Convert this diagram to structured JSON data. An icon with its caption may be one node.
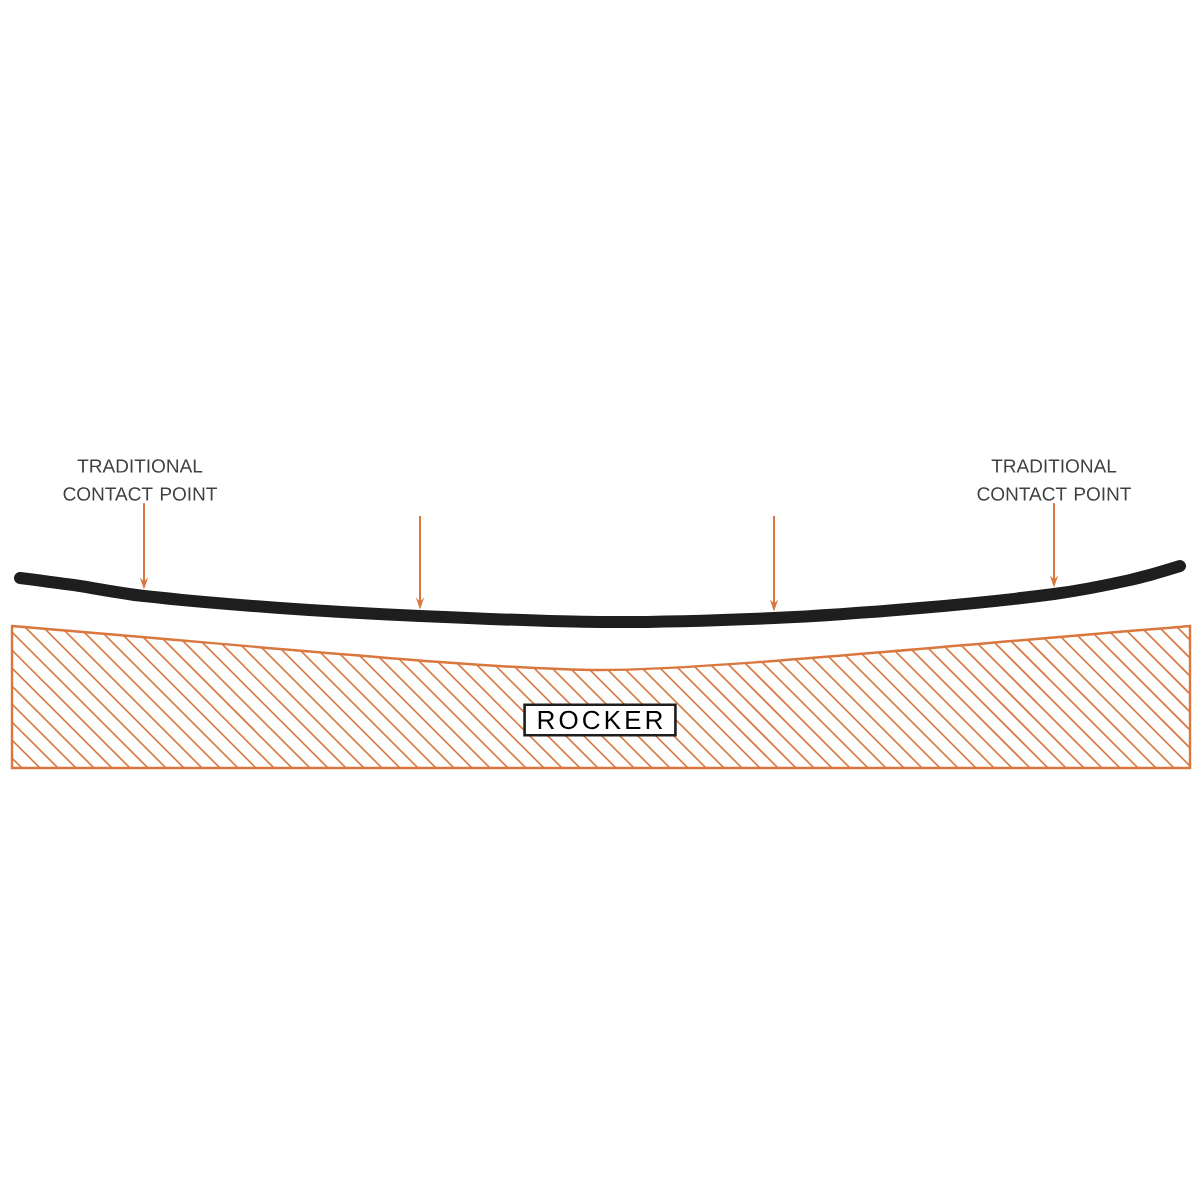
{
  "diagram": {
    "nodes": [
      {
        "text": [
          "TRADITIONAL CONTACT POINT"
        ]
      },
      {
        "text": [
          "TRADITIONAL CONTACT POINT"
        ]
      },
      {
        "text": [],
        "shape": "bar"
      },
      {
        "text": [],
        "shape": "box"
      },
      {
        "text": [
          "ROCKER"
        ],
        "in": 3
      }
    ],
    "edges": [
      {
        "from": 0,
        "to": 2,
        "arrow": "to"
      },
      {
        "from": null,
        "to": 2,
        "arrow": "to"
      },
      {
        "from": null,
        "to": 2,
        "arrow": "to"
      },
      {
        "from": 1,
        "to": 2,
        "arrow": "to"
      }
    ]
  }
}
